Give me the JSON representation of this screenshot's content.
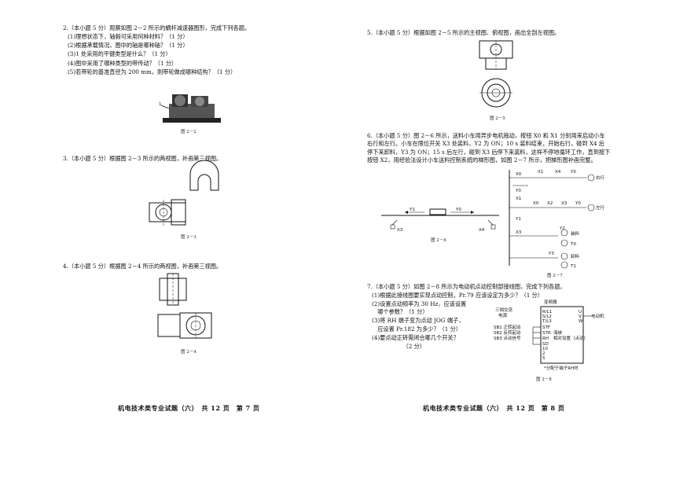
{
  "left": {
    "q2": {
      "head": "2.（本小题 5 分）观察如图 2－2 所示的蜗杆减速器图形，完成下列各题。",
      "items": [
        "(1)理想状态下，轴毂可采用何种材料？（1 分）",
        "(2)根据承载情况，图中的轴是哪种轴？（1 分）",
        "(3)1 处采用的平键类型是什么？（1 分）",
        "(4)图中采用了哪种类型的带传动？（1 分）",
        "(5)若带轮的基准直径为 200 mm，则带轮做成哪种结构？（1 分）"
      ],
      "fig_mark": "1",
      "caption": "图 2－2"
    },
    "q3": {
      "head": "3.（本小题 5 分）根据图 2－3 所示的两视图，补画第三视图。",
      "caption": "图 2－3"
    },
    "q4": {
      "head": "4.（本小题 5 分）根据图 2－4 所示的两视图，补画第三视图。",
      "caption": "图 2－4"
    },
    "footer": "机电技术类专业试题（六）　共 12 页　第 7 页"
  },
  "right": {
    "q5": {
      "head": "5.（本小题 5 分）根据如图 2－5 所示的主视图、俯视图，画出全剖左视图。",
      "caption": "图 2－5"
    },
    "q6": {
      "lines": [
        "6.（本小题 5 分）图 2－6 所示，送料小车用异步电机拖动，按钮 X0 和 X1 分别用来启动小车",
        "右行和左行。小车在限位开关 X3 处装料，Y2 为 ON；10 s 装料结束，开始右行，碰到 X4 后",
        "停下来卸料，Y3 为 ON；15 s 后左行，碰到 X3 后停下来装料，这样不停地循环工作，直到按下",
        "按钮 X2，用经验法设计小车送料控制系统的梯形图，如图 2－7 所示，把梯形图补画完整。"
      ],
      "cart": {
        "y1": "Y1",
        "y0": "Y0",
        "x3": "X3",
        "x4": "X4"
      },
      "caption_cart": "图 2－6",
      "ladder": {
        "r1_contacts": [
          "X0",
          "X1",
          "X4",
          "Y0"
        ],
        "r1_out": "右行",
        "r2_contacts": [
          "X0",
          "X2",
          "X3",
          "Y0"
        ],
        "r2_out": "左行",
        "latch1": "Y0",
        "trig": "X1",
        "latch2": "Y1",
        "x3": "X3",
        "y2_coil": "Y2",
        "y2_label": "装料",
        "t0": "T0",
        "y3_contact": "Y3",
        "y3_label": "卸料",
        "t1": "T1"
      },
      "caption_ladder": "图 2－7"
    },
    "q7": {
      "lines": [
        "7.（本小题 5 分）如图 2－8 所示为电动机点动控制部接线图，完成下列各题。",
        "(1)根据此接线图要实现点动控制，Pr.79 应该设定为多少？（1 分）",
        "(2)设置点动频率为 30 Hz，应该设置",
        "　哪个参数？（1 分）",
        "(3)将 RH 端子变为点动 JOG 端子，",
        "　应设置 Pr.182 为多少？（1 分）",
        "(4)要点动正转需闭合哪几个开关？",
        "　　　　　　（2 分）"
      ],
      "vfd": {
        "title": "变频器",
        "supply1": "三相交流",
        "supply2": "电源",
        "inputs": [
          "R/L1",
          "S/L2",
          "T/L3"
        ],
        "outputs": [
          "U",
          "V",
          "W"
        ],
        "motor": "电动机",
        "sb1": "SB1 正转起动",
        "sb2": "SB2 反转起动",
        "sb3": "SB3 点动信号",
        "terms": [
          "STF",
          "STR",
          "RH",
          "SD",
          "10",
          "2",
          "5"
        ],
        "stf_tag": "海峡",
        "rh_tag": "相对设置（点动）",
        "note": "*分配于端子RH时"
      },
      "caption": "图 2－8"
    },
    "footer": "机电技术类专业试题（六）　共 12 页　第 8 页"
  }
}
